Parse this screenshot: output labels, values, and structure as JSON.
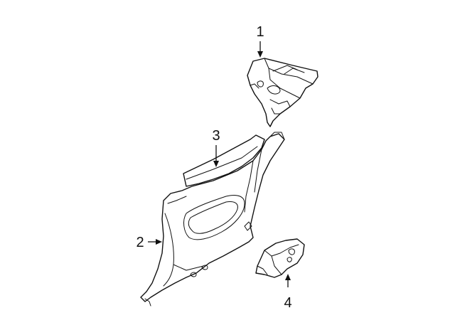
{
  "callouts": [
    {
      "label": "1",
      "part": "upper-quarter-trim-panel"
    },
    {
      "label": "2",
      "part": "lower-quarter-trim-panel"
    },
    {
      "label": "3",
      "part": "quarter-trim-cover"
    },
    {
      "label": "4",
      "part": "trim-bracket"
    }
  ],
  "colors": {
    "line": "#111111",
    "background": "#ffffff"
  }
}
